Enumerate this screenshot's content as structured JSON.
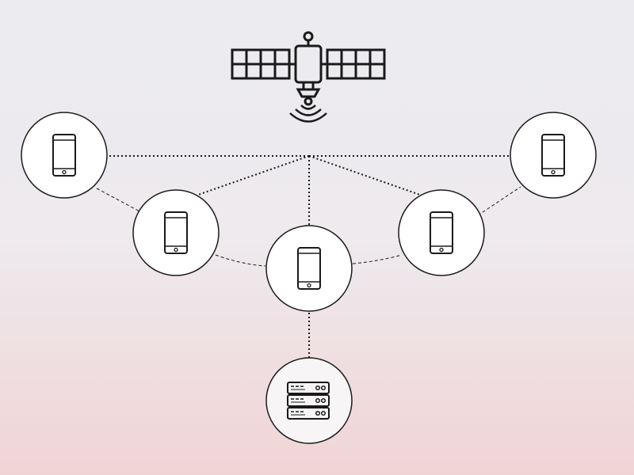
{
  "background": {
    "top_color": "#ebebf0",
    "mid_color": "#eeeaee",
    "bottom_color": "#f0d4d5"
  },
  "colors": {
    "stroke": "#1a1a1a",
    "node_fill": "#ffffff",
    "server_fill": "#f7f5f5"
  },
  "satellite": {
    "icon": "satellite-icon"
  },
  "nodes": [
    {
      "id": "phone-left-outer",
      "icon": "smartphone-icon"
    },
    {
      "id": "phone-left-inner",
      "icon": "smartphone-icon"
    },
    {
      "id": "phone-center",
      "icon": "smartphone-icon"
    },
    {
      "id": "phone-right-inner",
      "icon": "smartphone-icon"
    },
    {
      "id": "phone-right-outer",
      "icon": "smartphone-icon"
    },
    {
      "id": "server",
      "icon": "server-rack-icon"
    }
  ],
  "connections": [
    {
      "from": "satellite",
      "to": "phone-left-outer",
      "style": "dotted"
    },
    {
      "from": "satellite",
      "to": "phone-right-outer",
      "style": "dotted"
    },
    {
      "from": "satellite",
      "to": "phone-left-inner",
      "style": "dotted"
    },
    {
      "from": "satellite",
      "to": "phone-right-inner",
      "style": "dotted"
    },
    {
      "from": "satellite",
      "to": "phone-center",
      "style": "dotted"
    },
    {
      "from": "phone-left-outer",
      "to": "phone-left-inner",
      "style": "dashed"
    },
    {
      "from": "phone-left-inner",
      "to": "phone-center",
      "style": "dashed"
    },
    {
      "from": "phone-center",
      "to": "phone-right-inner",
      "style": "dashed"
    },
    {
      "from": "phone-right-inner",
      "to": "phone-right-outer",
      "style": "dashed"
    },
    {
      "from": "phone-center",
      "to": "server",
      "style": "dotted"
    }
  ]
}
